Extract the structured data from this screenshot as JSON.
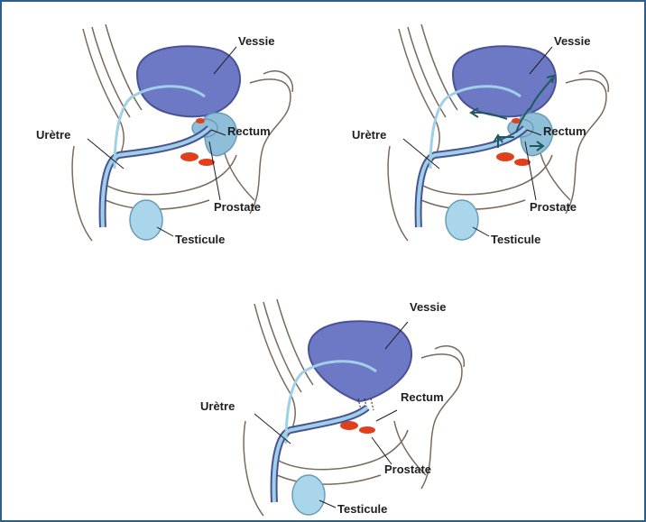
{
  "panels": [
    {
      "id": "panel-1",
      "labels": {
        "bladder": "Vessie",
        "urethra": "Urètre",
        "rectum": "Rectum",
        "prostate": "Prostate",
        "testicle": "Testicule"
      },
      "arrows": false,
      "prostate_removed": false
    },
    {
      "id": "panel-2",
      "labels": {
        "bladder": "Vessie",
        "urethra": "Urètre",
        "rectum": "Rectum",
        "prostate": "Prostate",
        "testicle": "Testicule"
      },
      "arrows": true,
      "prostate_removed": false
    },
    {
      "id": "panel-3",
      "labels": {
        "bladder": "Vessie",
        "urethra": "Urètre",
        "rectum": "Rectum",
        "prostate": "Prostate",
        "testicle": "Testicule"
      },
      "arrows": false,
      "prostate_removed": true
    }
  ],
  "colors": {
    "frame": "#2d5f8e",
    "bladder": "#6e79c6",
    "bladder_outline": "#4a5296",
    "urethra": "#9fd0e6",
    "prostate": "#8fbfd8",
    "testicle": "#a9d6ea",
    "nerve": "#e0401c",
    "outline": "#7a6a5a",
    "arrow": "#1f5960"
  }
}
